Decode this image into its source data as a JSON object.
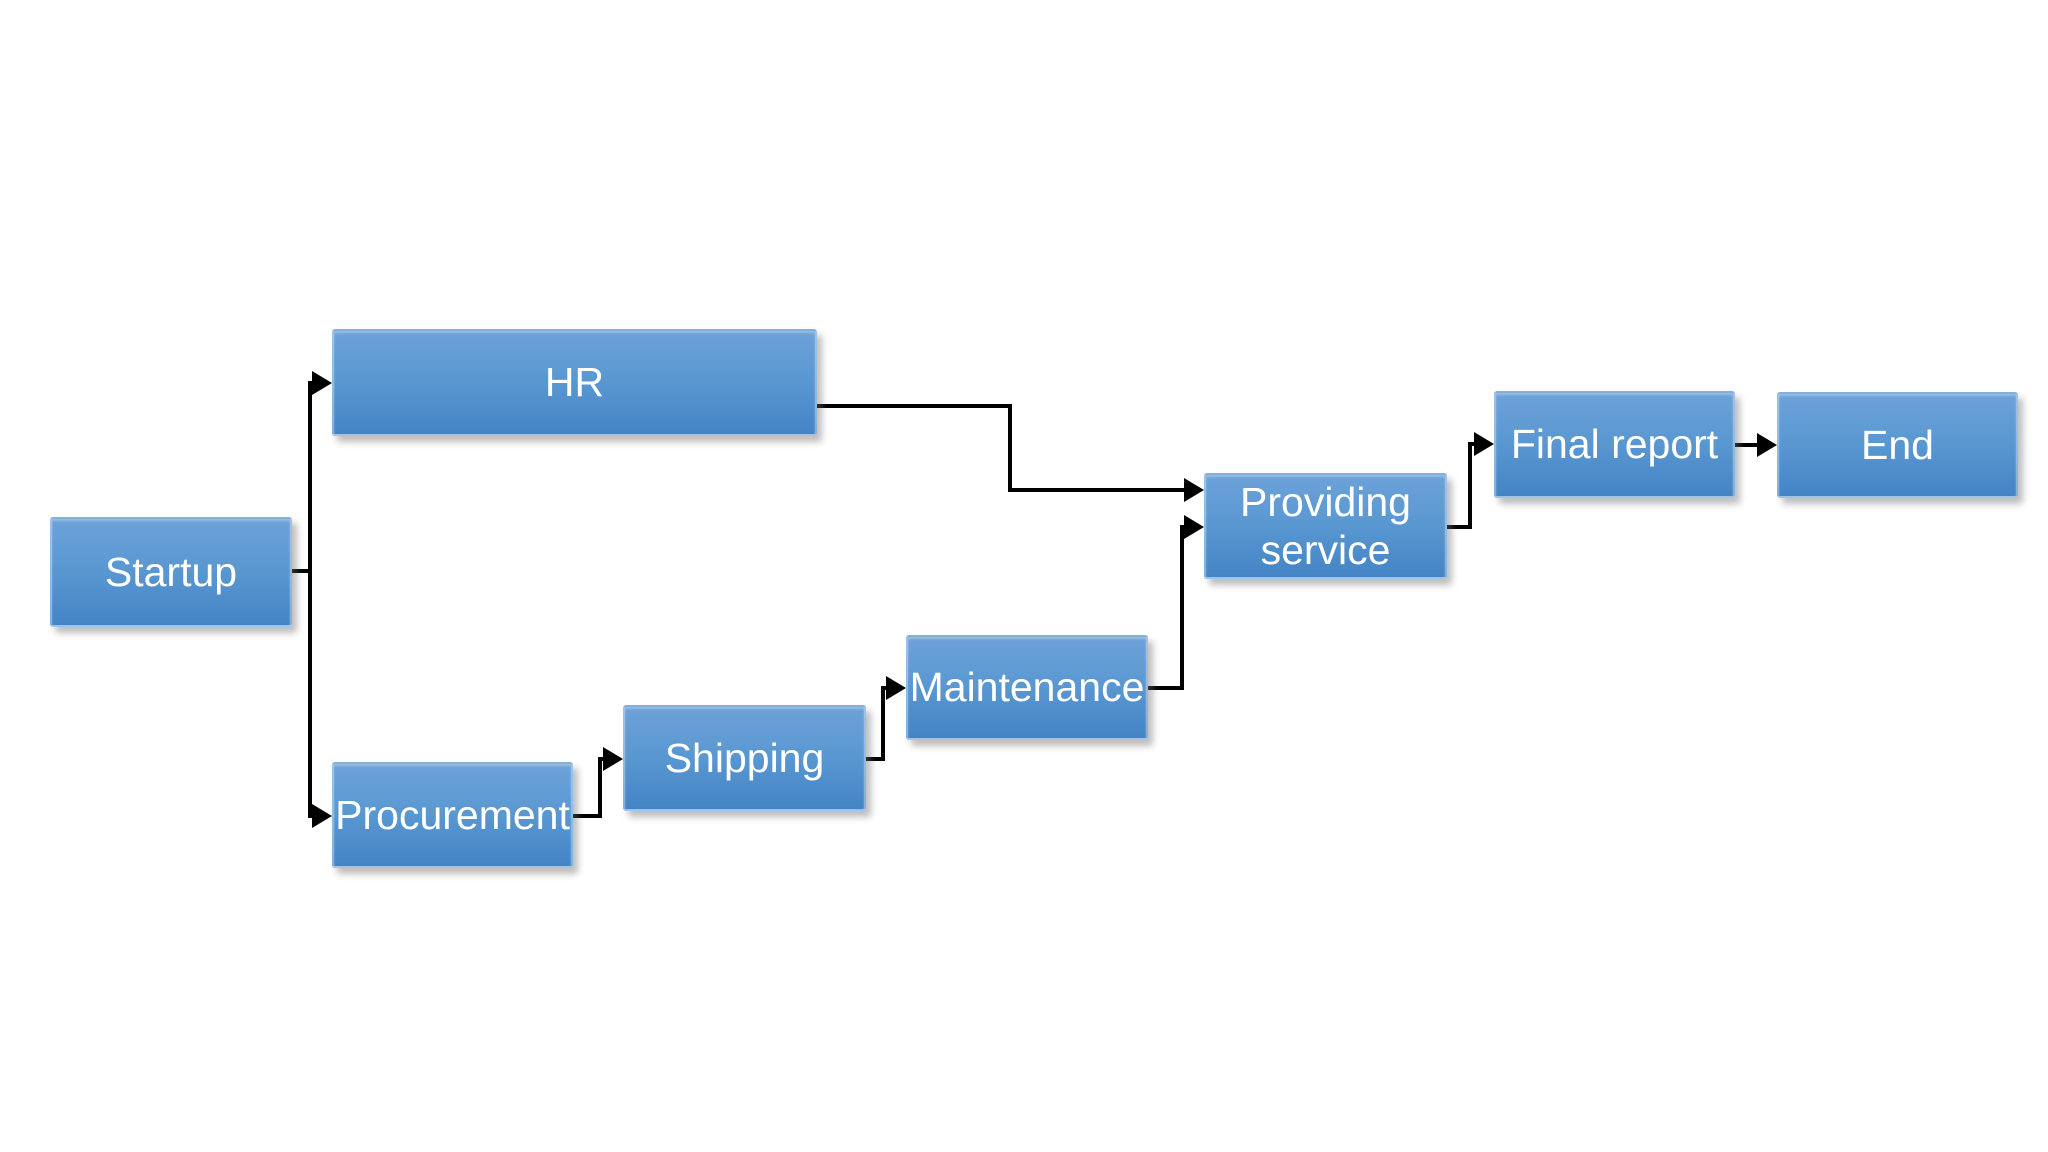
{
  "diagram": {
    "type": "flowchart",
    "colors": {
      "node_fill_top": "#6da2d9",
      "node_fill_bottom": "#4484c5",
      "node_text": "#ffffff",
      "connector": "#000000",
      "background": "#ffffff"
    },
    "nodes": [
      {
        "id": "startup",
        "label": "Startup"
      },
      {
        "id": "hr",
        "label": "HR"
      },
      {
        "id": "procurement",
        "label": "Procurement"
      },
      {
        "id": "shipping",
        "label": "Shipping"
      },
      {
        "id": "maintenance",
        "label": "Maintenance"
      },
      {
        "id": "providing-service",
        "label": "Providing service"
      },
      {
        "id": "final-report",
        "label": "Final report"
      },
      {
        "id": "end",
        "label": "End"
      }
    ],
    "edges": [
      {
        "from": "Startup",
        "to": "HR"
      },
      {
        "from": "Startup",
        "to": "Procurement"
      },
      {
        "from": "HR",
        "to": "Providing service"
      },
      {
        "from": "Procurement",
        "to": "Shipping"
      },
      {
        "from": "Shipping",
        "to": "Maintenance"
      },
      {
        "from": "Maintenance",
        "to": "Providing service"
      },
      {
        "from": "Providing service",
        "to": "Final report"
      },
      {
        "from": "Final report",
        "to": "End"
      }
    ]
  }
}
